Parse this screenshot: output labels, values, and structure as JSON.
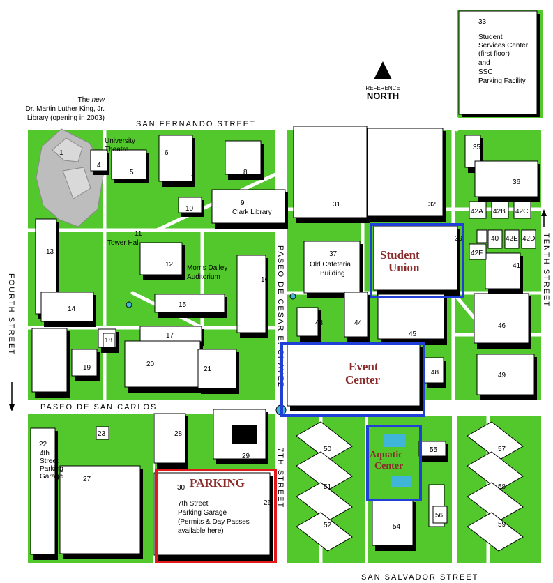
{
  "streets": {
    "north": "SAN FERNANDO STREET",
    "south": "SAN SALVADOR STREET",
    "west": "FOURTH STREET",
    "east": "TENTH STREET",
    "paseo_carlos": "PASEO DE SAN CARLOS",
    "paseo_chavez": "PASEO DE CESAR E. CHAVEZ",
    "seventh": "7TH STREET"
  },
  "north_indicator": {
    "small": "REFERENCE",
    "big": "NORTH"
  },
  "library_note": {
    "line1_a": "The ",
    "line1_b": "new",
    "line2": "Dr. Martin Luther King, Jr.",
    "line3": "Library (opening in 2003)"
  },
  "ssc_note": {
    "num": "33",
    "lines": [
      "Student",
      "Services Center",
      "(first floor)",
      "and",
      "SSC",
      "Parking Facility"
    ]
  },
  "callouts": {
    "student_union": [
      "Student",
      "Union"
    ],
    "event_center": [
      "Event",
      "Center"
    ],
    "aquatic_center": [
      "Aquatic",
      "Center"
    ],
    "parking": "PARKING"
  },
  "parking_text": {
    "num": "30",
    "lines": [
      "7th Street",
      "Parking Garage",
      "(Permits & Day Passes",
      "available here)"
    ]
  },
  "labels": {
    "university_theatre": [
      "University",
      "Theatre"
    ],
    "clark_library": "Clark Library",
    "tower_hall": "Tower Hall",
    "morris_dailey": [
      "Morris Dailey",
      "Auditorium"
    ],
    "old_cafeteria": [
      "Old Cafeteria",
      "Building"
    ],
    "fourth_garage": [
      "4th",
      "Street",
      "Parking",
      "Garage"
    ]
  },
  "buildings": [
    {
      "n": "1"
    },
    {
      "n": "4"
    },
    {
      "n": "5"
    },
    {
      "n": "6"
    },
    {
      "n": "7"
    },
    {
      "n": "8"
    },
    {
      "n": "9"
    },
    {
      "n": "10"
    },
    {
      "n": "11"
    },
    {
      "n": "12"
    },
    {
      "n": "13"
    },
    {
      "n": "14"
    },
    {
      "n": "15"
    },
    {
      "n": "16"
    },
    {
      "n": "17"
    },
    {
      "n": "18"
    },
    {
      "n": "19"
    },
    {
      "n": "20"
    },
    {
      "n": "21"
    },
    {
      "n": "22"
    },
    {
      "n": "23"
    },
    {
      "n": "26"
    },
    {
      "n": "27"
    },
    {
      "n": "28"
    },
    {
      "n": "29"
    },
    {
      "n": "31"
    },
    {
      "n": "32"
    },
    {
      "n": "35"
    },
    {
      "n": "36"
    },
    {
      "n": "37"
    },
    {
      "n": "39"
    },
    {
      "n": "40"
    },
    {
      "n": "41"
    },
    {
      "n": "42A"
    },
    {
      "n": "42B"
    },
    {
      "n": "42C"
    },
    {
      "n": "42E"
    },
    {
      "n": "42D"
    },
    {
      "n": "42F"
    },
    {
      "n": "43"
    },
    {
      "n": "44"
    },
    {
      "n": "45"
    },
    {
      "n": "46"
    },
    {
      "n": "48"
    },
    {
      "n": "49"
    },
    {
      "n": "50"
    },
    {
      "n": "51"
    },
    {
      "n": "52"
    },
    {
      "n": "54"
    },
    {
      "n": "55"
    },
    {
      "n": "56"
    },
    {
      "n": "57"
    },
    {
      "n": "58"
    },
    {
      "n": "59"
    }
  ],
  "colors": {
    "grass": "#52c82c",
    "path": "#ffffff",
    "building": "#ffffff",
    "building_shadow": "#000000",
    "library_new": "#bdbdbd",
    "highlight_blue": "#1f3fd6",
    "highlight_red": "#e01a1a",
    "callout_text": "#8b2b2b",
    "pool": "#3fb6d8"
  }
}
